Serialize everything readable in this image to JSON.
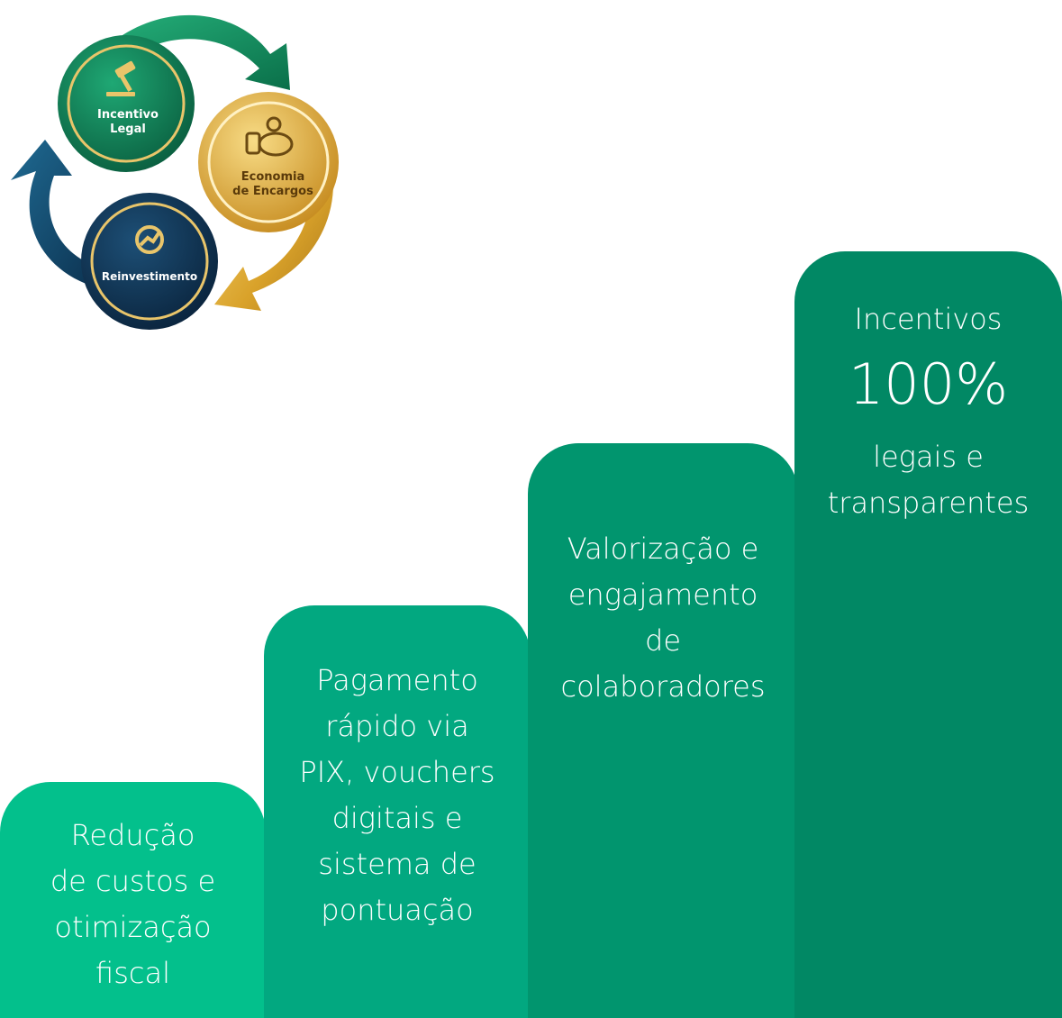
{
  "cycle": {
    "nodes": [
      {
        "lines": [
          "Incentivo",
          "Legal"
        ],
        "icon": "gavel-icon"
      },
      {
        "lines": [
          "Economia",
          "de Encargos"
        ],
        "icon": "piggy-bank-icon"
      },
      {
        "lines": [
          "Reinvestimento"
        ],
        "icon": "gear-growth-icon"
      }
    ],
    "colors": {
      "green": "#0f8d5e",
      "gold": "#d9a22a",
      "navy": "#0d3a5b"
    }
  },
  "steps": [
    {
      "lines": [
        "Redução",
        "de custos e",
        "otimização",
        "fiscal"
      ],
      "color": "#03c08c"
    },
    {
      "lines": [
        "Pagamento",
        "rápido via",
        "PIX, vouchers",
        "digitais e",
        "sistema de",
        "pontuação"
      ],
      "color": "#02a880"
    },
    {
      "lines": [
        "Valorização e",
        "engajamento",
        "de",
        "colaboradores"
      ],
      "color": "#01956e"
    },
    {
      "top": "Incentivos",
      "big": "100%",
      "lines": [
        "legais e",
        "transparentes"
      ],
      "color": "#018864"
    }
  ]
}
